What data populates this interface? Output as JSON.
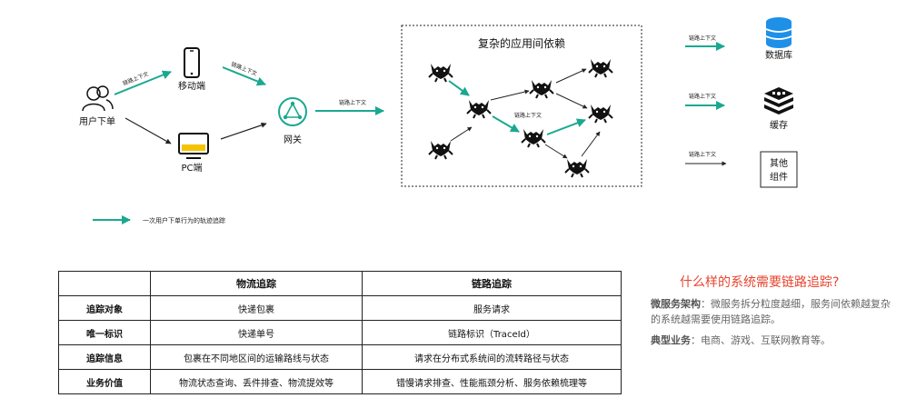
{
  "diagram": {
    "user_label": "用户下单",
    "mobile_label": "移动端",
    "pc_label": "PC端",
    "gateway_label": "网关",
    "ctx_label": "链路上下文",
    "apps_title": "复杂的应用间依赖",
    "db_label": "数据库",
    "cache_label": "缓存",
    "other_label_1": "其他",
    "other_label_2": "组件",
    "legend_label": "一次用户下单行为的轨迹追踪",
    "accent_color": "#1aa890"
  },
  "table": {
    "headers": [
      "",
      "物流追踪",
      "链路追踪"
    ],
    "rows": [
      {
        "label": "追踪对象",
        "logistics": "快递包裹",
        "trace": "服务请求"
      },
      {
        "label": "唯一标识",
        "logistics": "快递单号",
        "trace": "链路标识（TraceId）"
      },
      {
        "label": "追踪信息",
        "logistics": "包裹在不同地区间的运输路线与状态",
        "trace": "请求在分布式系统间的流转路径与状态"
      },
      {
        "label": "业务价值",
        "logistics": "物流状态查询、丢件排查、物流提效等",
        "trace": "错慢请求排查、性能瓶颈分析、服务依赖梳理等"
      }
    ]
  },
  "side": {
    "title": "什么样的系统需要链路追踪?",
    "p1_bold": "微服务架构",
    "p1_text": "：微服务拆分粒度越细，服务间依赖越复杂的系统越需要使用链路追踪。",
    "p2_bold": "典型业务",
    "p2_text": "：电商、游戏、互联网教育等。"
  }
}
